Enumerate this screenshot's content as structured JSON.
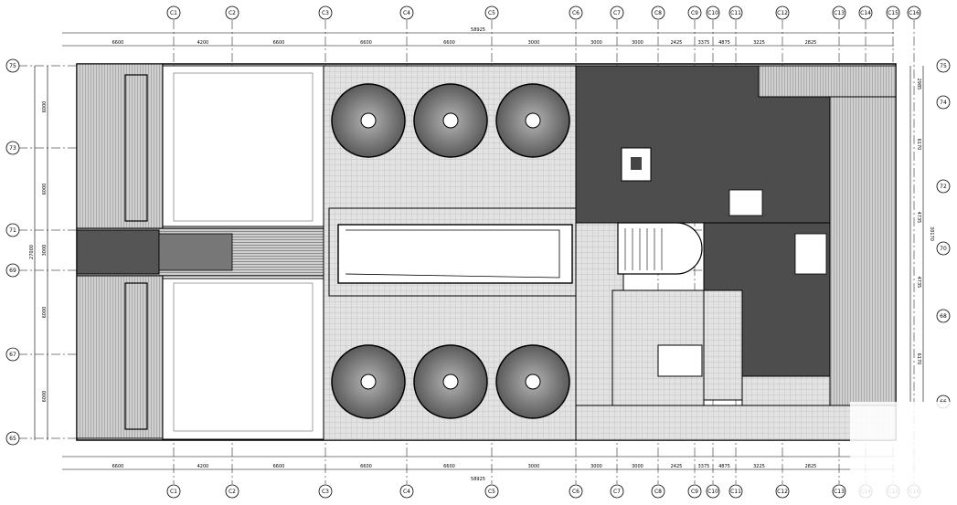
{
  "drawing": {
    "top_axis_labels": [
      "C1",
      "C2",
      "C3",
      "C4",
      "C5",
      "C6",
      "C7",
      "C8",
      "C9",
      "C10",
      "C11",
      "C12",
      "C13",
      "C14",
      "C15",
      "C16"
    ],
    "top_dims": [
      "6600",
      "4200",
      "6600",
      "6600",
      "6600",
      "3000",
      "3000",
      "3000",
      "2425",
      "3375",
      "4875",
      "3225",
      "2825"
    ],
    "total_top": "58925",
    "left_axis_labels": [
      "75",
      "73",
      "71",
      "69",
      "67",
      "65"
    ],
    "left_dims": [
      "6000",
      "6000",
      "3000",
      "6000",
      "6000"
    ],
    "left_total": "27000",
    "right_axis_labels": [
      "75",
      "74",
      "72",
      "70",
      "68",
      "66"
    ],
    "right_dims": [
      "2985",
      "6170",
      "4735",
      "4735",
      "6170"
    ],
    "right_total": "30170"
  }
}
